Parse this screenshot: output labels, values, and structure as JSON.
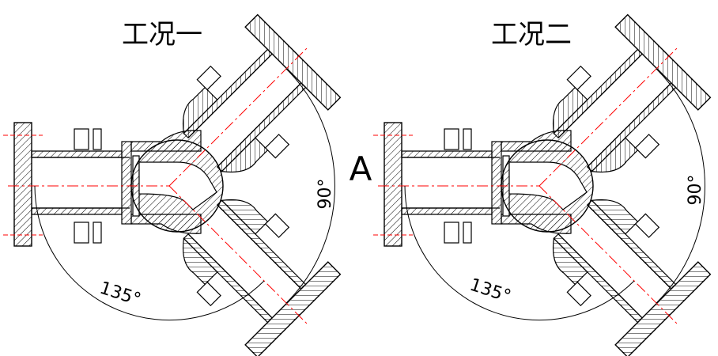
{
  "diagram": {
    "views": [
      {
        "id": "left",
        "caption": "工况一",
        "angle_label_90": "90°",
        "angle_label_135": "135°"
      },
      {
        "id": "right",
        "caption": "工况二",
        "angle_label_90": "90°",
        "angle_label_135": "135°"
      }
    ],
    "center_label": "A",
    "colors": {
      "outline": "#000000",
      "centerline": "#ff0000",
      "hatch": "#000000",
      "background": "#ffffff"
    }
  }
}
